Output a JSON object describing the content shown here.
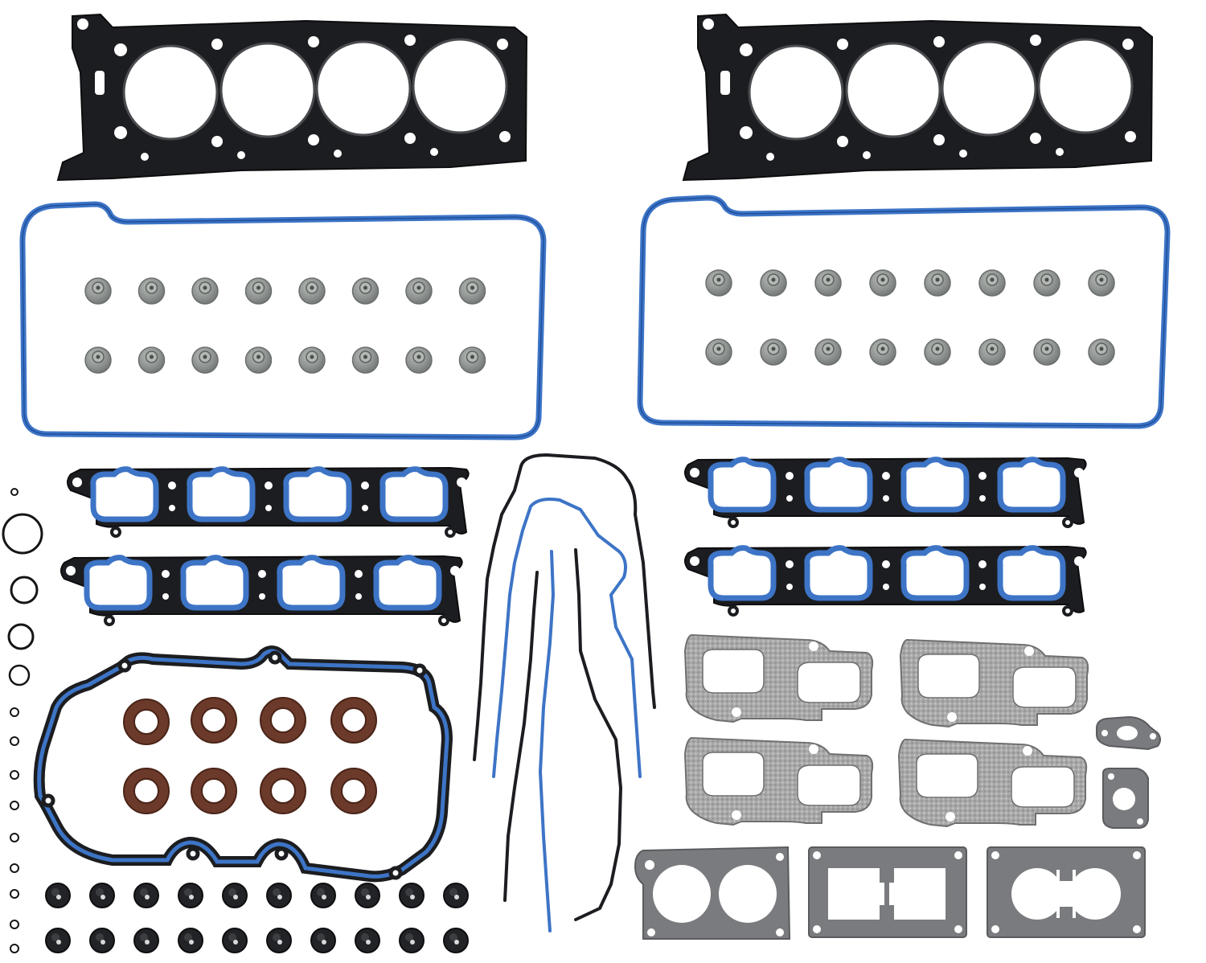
{
  "image": {
    "background": "#ffffff"
  },
  "colors": {
    "mls_black": "#1c1d20",
    "mls_edge": "#0d0d0f",
    "blue_seal": "#3d74c6",
    "blue_dark": "#1f4f9e",
    "seal_grey": "#8b8f8d",
    "seal_grey_light": "#b4b8b5",
    "seal_brown": "#6b3a2a",
    "graphite": "#9c9c9c",
    "graphite_light": "#c6c6c6",
    "fiber_grey": "#7a7b7e",
    "oring_black": "#151515",
    "cap_black": "#222326"
  },
  "parts": {
    "head_gaskets": 2,
    "valve_cover_gaskets": 2,
    "valve_stem_seals": 32,
    "intake_manifold_gaskets": 4,
    "o_rings": 14,
    "lower_intake_gasket": 1,
    "spark_plug_tube_seals": 8,
    "timing_cover_seals": 5,
    "exhaust_manifold_gaskets": 4,
    "egr_gaskets": 2,
    "throttle_body_gaskets": 3,
    "caps": 20
  }
}
